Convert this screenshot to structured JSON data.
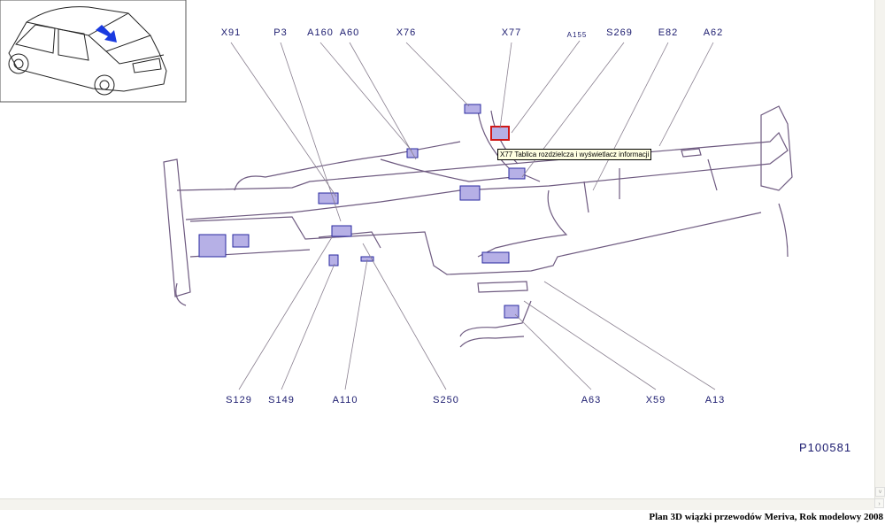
{
  "diagram": {
    "top_labels": [
      "X91",
      "P3",
      "A160",
      "A60",
      "X76",
      "X77",
      "A155",
      "S269",
      "E82",
      "A62"
    ],
    "bottom_labels": [
      "S129",
      "S149",
      "A110",
      "S250",
      "A63",
      "X59",
      "A13"
    ],
    "drawing_id": "P100581",
    "tooltip": "X77 Tablica rozdzielcza i wyświetlacz informacji",
    "locator_arrow_color": "#1a3be0",
    "harness_color": "#6e5a80",
    "connector_color": "#2a2aa0"
  },
  "footer": {
    "caption": "Plan 3D wiązki przewodów Meriva, Rok modelowy 2008"
  },
  "scrollbars": {
    "down_arrow": "˅",
    "right_arrow": "›"
  }
}
